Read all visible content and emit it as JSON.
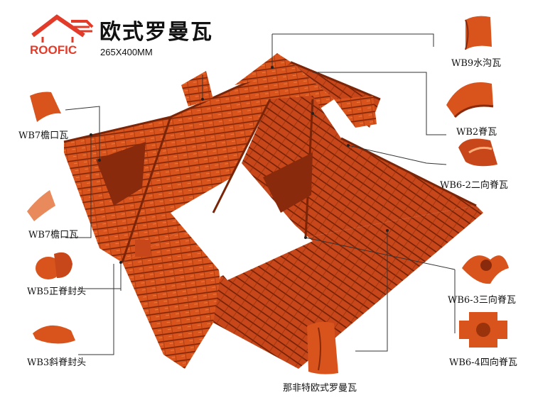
{
  "brand": {
    "name": "ROOFIC"
  },
  "title": "欧式罗曼瓦",
  "size": "265X400MM",
  "colors": {
    "tile": "#d9531c",
    "tile_dark": "#8a2a0c",
    "brand_red": "#e23b2a",
    "line": "#333333"
  },
  "labels": [
    {
      "id": "wb9",
      "text": "WB9水沟瓦"
    },
    {
      "id": "wb2",
      "text": "WB2脊瓦"
    },
    {
      "id": "wb6-2",
      "text": "WB6-2二向脊瓦"
    },
    {
      "id": "wb7a",
      "text": "WB7檐口瓦"
    },
    {
      "id": "wb7b",
      "text": "WB7檐口瓦"
    },
    {
      "id": "wb5",
      "text": "WB5正脊封头"
    },
    {
      "id": "wb3",
      "text": "WB3斜脊封头"
    },
    {
      "id": "wb6-3",
      "text": "WB6-3三向脊瓦"
    },
    {
      "id": "wb6-4",
      "text": "WB6-4四向脊瓦"
    },
    {
      "id": "main",
      "text": "那非特欧式罗曼瓦"
    }
  ]
}
